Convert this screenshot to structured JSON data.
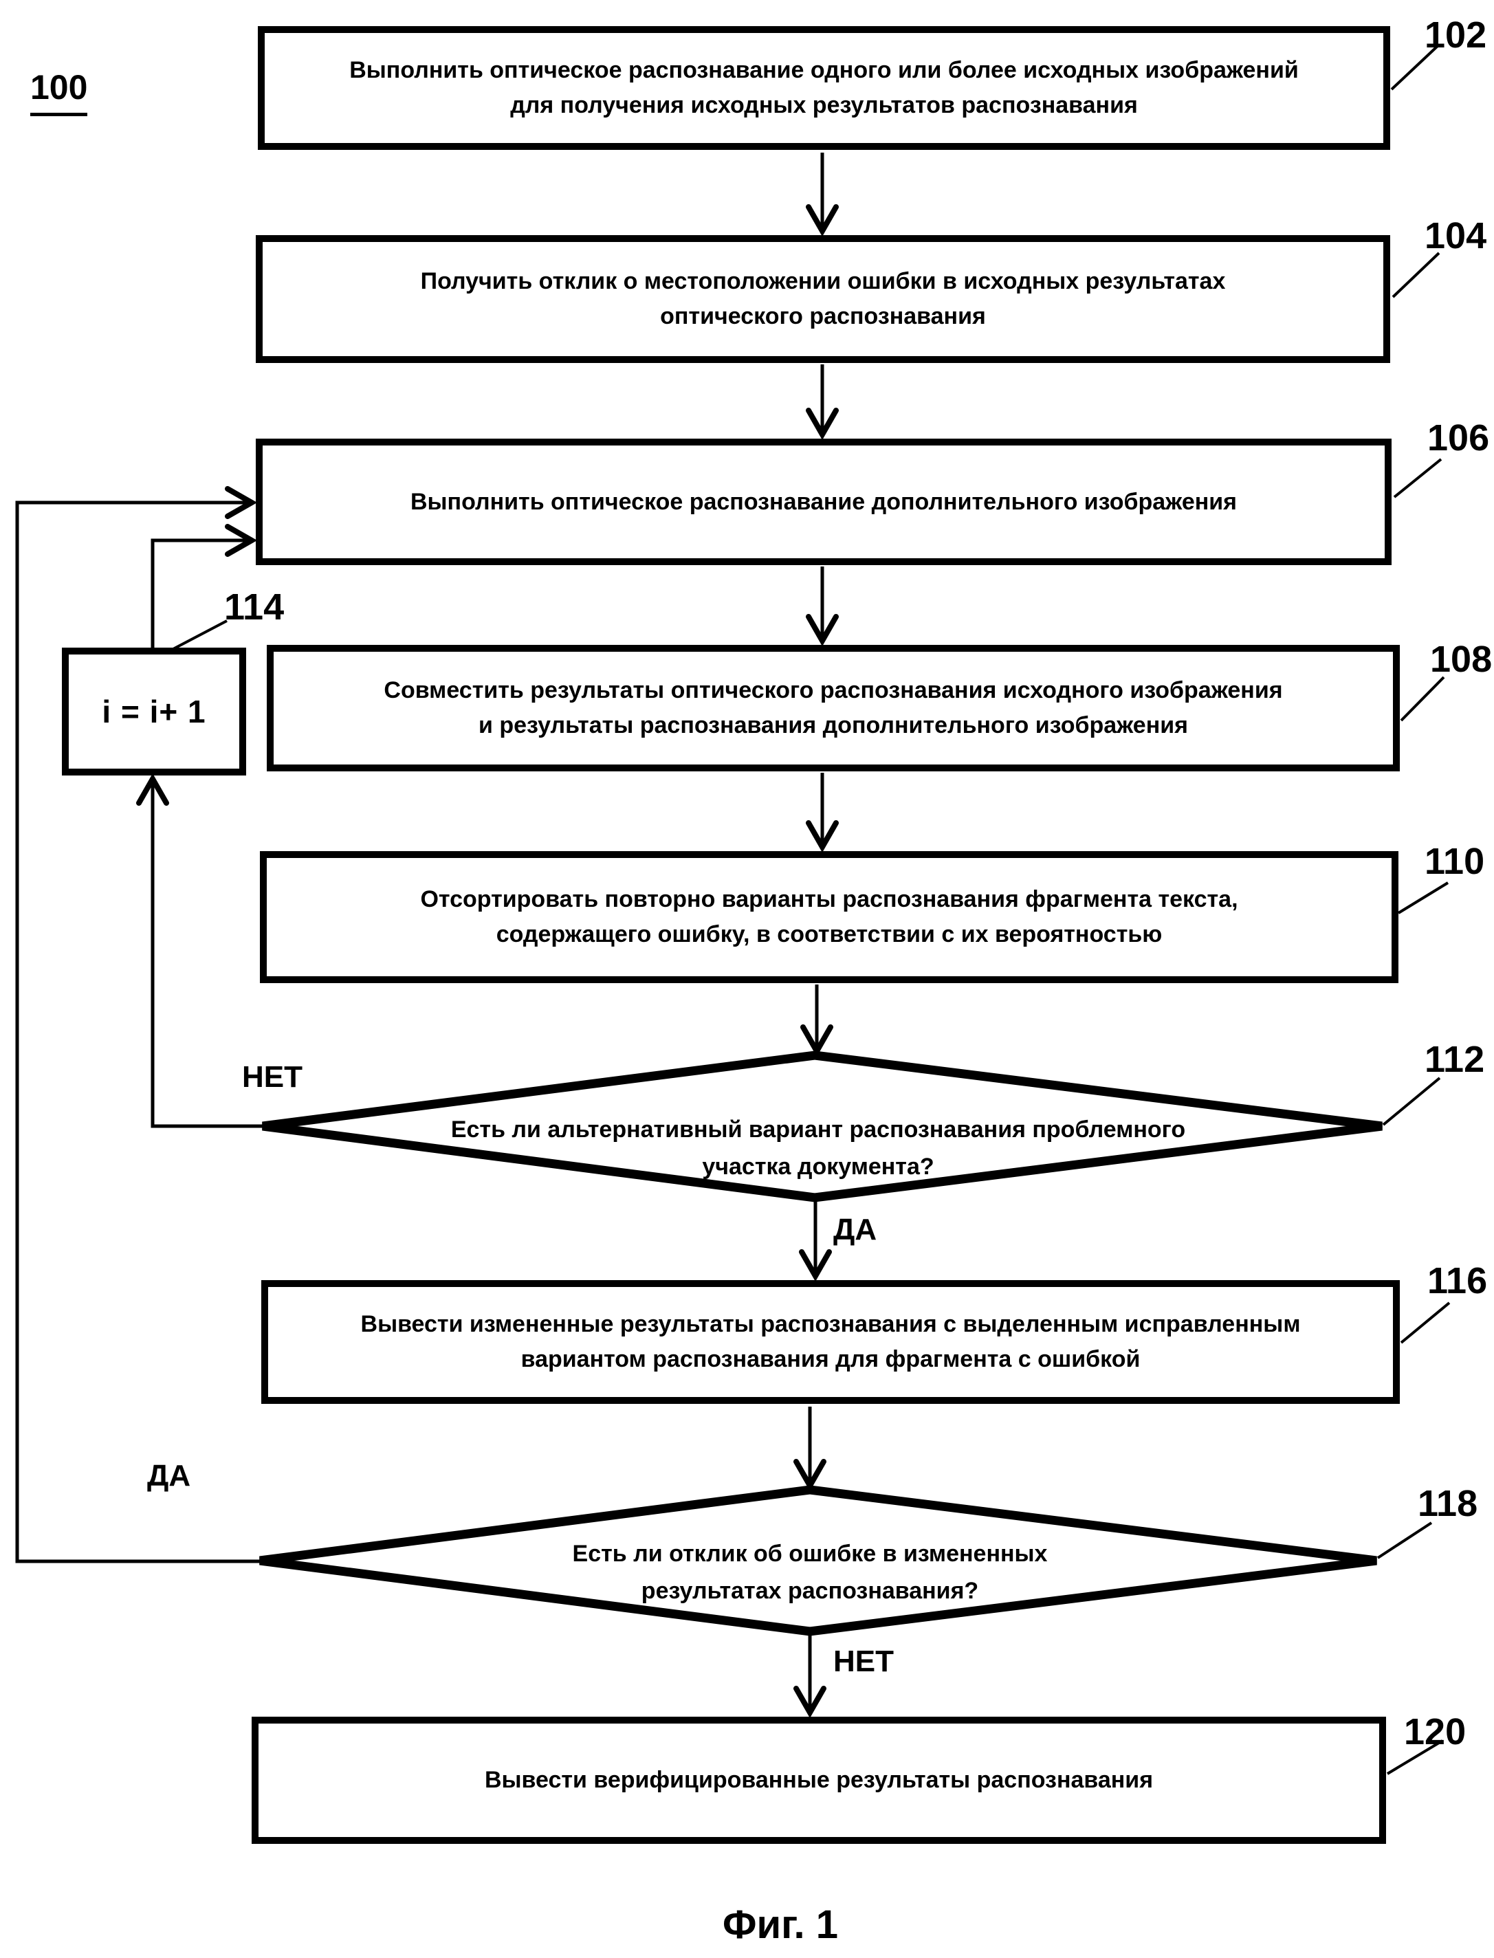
{
  "figure": {
    "ref": "100",
    "caption": "Фиг. 1"
  },
  "colors": {
    "ink": "#000000",
    "paper": "#ffffff"
  },
  "boxes": {
    "b102": {
      "ref": "102",
      "lines": [
        "Выполнить оптическое распознавание одного или более исходных изображений",
        "для получения исходных результатов распознавания"
      ]
    },
    "b104": {
      "ref": "104",
      "lines": [
        "Получить отклик о местоположении ошибки в исходных результатах",
        "оптического распознавания"
      ]
    },
    "b106": {
      "ref": "106",
      "lines": [
        "Выполнить оптическое распознавание дополнительного изображения"
      ]
    },
    "b108": {
      "ref": "108",
      "lines": [
        "Совместить результаты оптического распознавания исходного изображения",
        "и результаты распознавания дополнительного  изображения"
      ]
    },
    "b110": {
      "ref": "110",
      "lines": [
        "Отсортировать повторно варианты распознавания фрагмента текста,",
        "содержащего ошибку, в соответствии с их вероятностью"
      ]
    },
    "b114": {
      "ref": "114",
      "text": "i = i+ 1"
    },
    "b116": {
      "ref": "116",
      "lines": [
        "Вывести измененные результаты распознавания с выделенным исправленным",
        "вариантом распознавания для фрагмента с ошибкой"
      ]
    },
    "b120": {
      "ref": "120",
      "lines": [
        "Вывести верифицированные результаты распознавания"
      ]
    }
  },
  "decisions": {
    "d112": {
      "ref": "112",
      "lines": [
        "Есть ли альтернативный вариант распознавания проблемного",
        "участка документа?"
      ],
      "no_label": "НЕТ",
      "yes_label": "ДА"
    },
    "d118": {
      "ref": "118",
      "lines": [
        "Есть ли отклик об ошибке в измененных",
        "результатах распознавания?"
      ],
      "yes_label": "ДА",
      "no_label": "НЕТ"
    }
  }
}
